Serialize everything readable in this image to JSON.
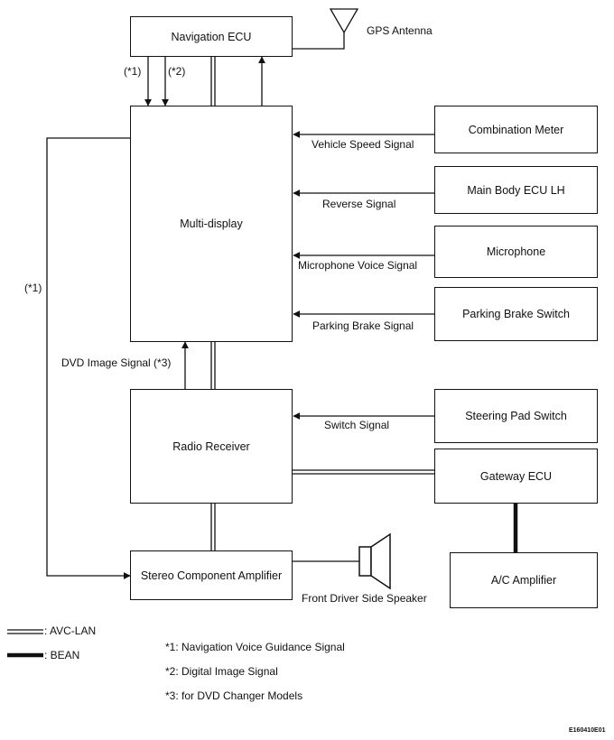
{
  "components": {
    "navigation_ecu": "Navigation ECU",
    "gps_antenna": "GPS Antenna",
    "multi_display": "Multi-display",
    "combination_meter": "Combination Meter",
    "main_body_ecu": "Main Body ECU LH",
    "microphone": "Microphone",
    "parking_brake_switch": "Parking Brake Switch",
    "radio_receiver": "Radio Receiver",
    "steering_pad_switch": "Steering Pad Switch",
    "gateway_ecu": "Gateway ECU",
    "stereo_amplifier": "Stereo Component Amplifier",
    "ac_amplifier": "A/C Amplifier",
    "front_speaker": "Front Driver Side Speaker"
  },
  "signals": {
    "star1_top": "(*1)",
    "star2_top": "(*2)",
    "star1_left": "(*1)",
    "vehicle_speed": "Vehicle Speed Signal",
    "reverse": "Reverse Signal",
    "microphone_voice": "Microphone Voice Signal",
    "parking_brake": "Parking Brake Signal",
    "dvd_image": "DVD Image Signal (*3)",
    "switch": "Switch Signal"
  },
  "legend": {
    "avc_lan": ": AVC-LAN",
    "bean": ": BEAN"
  },
  "notes": {
    "n1": "*1: Navigation Voice Guidance Signal",
    "n2": "*2: Digital Image Signal",
    "n3": "*3: for DVD Changer Models"
  },
  "figure_code": "E160410E01"
}
